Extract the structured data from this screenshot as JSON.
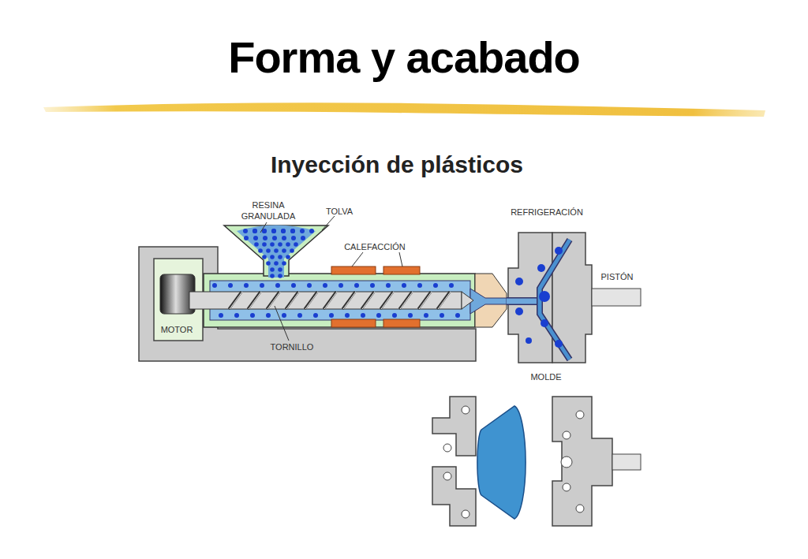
{
  "diagram": {
    "title": "Forma y acabado",
    "labels": [
      "Inyección de plásticos",
      "RESINA GRANULADA",
      "TOLVA",
      "CALEFACCIÓN",
      "REFRIGERACIÓN",
      "PISTÓN",
      "MOTOR",
      "TORNILLO",
      "MOLDE"
    ]
  }
}
